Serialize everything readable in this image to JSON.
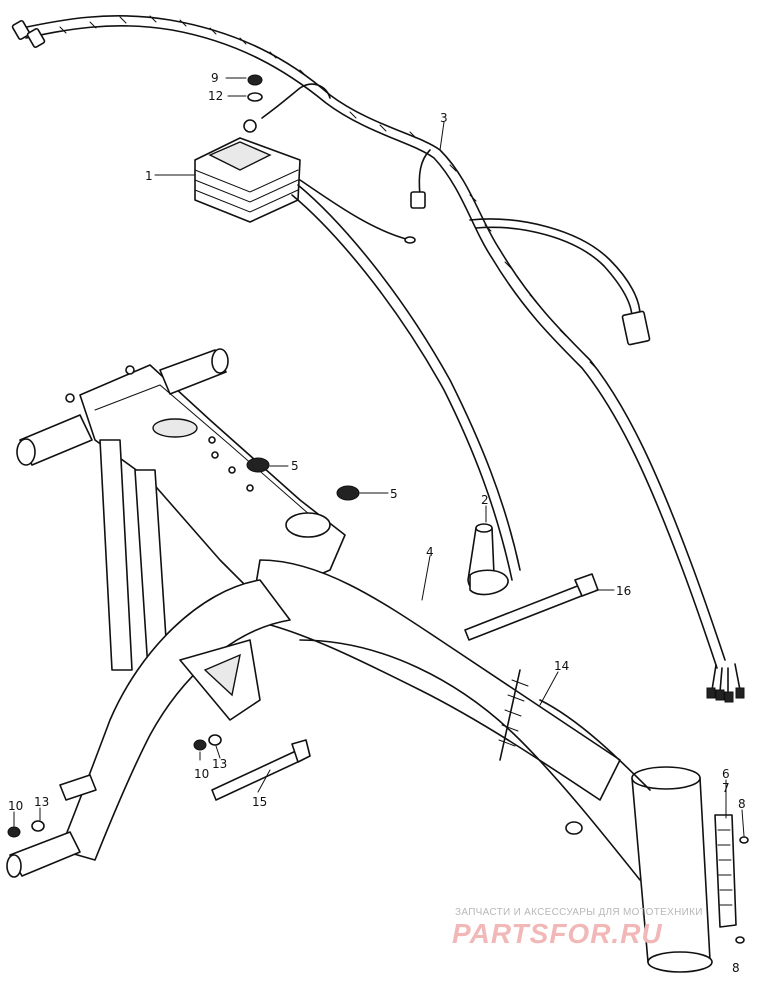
{
  "diagram": {
    "callouts": [
      {
        "id": "c1",
        "label": "1"
      },
      {
        "id": "c2",
        "label": "2"
      },
      {
        "id": "c3",
        "label": "3"
      },
      {
        "id": "c4",
        "label": "4"
      },
      {
        "id": "c5a",
        "label": "5"
      },
      {
        "id": "c5b",
        "label": "5"
      },
      {
        "id": "c6",
        "label": "6"
      },
      {
        "id": "c7",
        "label": "7"
      },
      {
        "id": "c8a",
        "label": "8"
      },
      {
        "id": "c8b",
        "label": "8"
      },
      {
        "id": "c9",
        "label": "9"
      },
      {
        "id": "c10a",
        "label": "10"
      },
      {
        "id": "c10b",
        "label": "10"
      },
      {
        "id": "c12",
        "label": "12"
      },
      {
        "id": "c13a",
        "label": "13"
      },
      {
        "id": "c13b",
        "label": "13"
      },
      {
        "id": "c14",
        "label": "14"
      },
      {
        "id": "c15",
        "label": "15"
      },
      {
        "id": "c16",
        "label": "16"
      }
    ]
  },
  "watermark": {
    "line1": "ЗАПЧАСТИ И АКСЕССУАРЫ ДЛЯ МОТОТЕХНИКИ",
    "line2": "PARTSFOR.RU",
    "color": "#f2b8b8"
  }
}
